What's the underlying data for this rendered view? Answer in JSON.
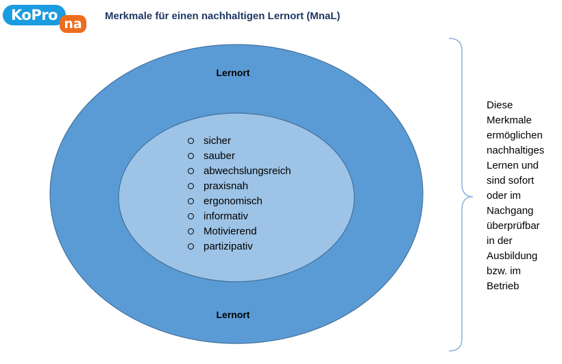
{
  "logo": {
    "part1": "KoPro",
    "part2": "na"
  },
  "title": "Merkmale für einen nachhaltigen Lernort (MnaL)",
  "diagram": {
    "outer_label_top": "Lernort",
    "outer_label_bottom": "Lernort",
    "features": [
      "sicher",
      "sauber",
      "abwechslungsreich",
      "praxisnah",
      "ergonomisch",
      "informativ",
      "Motivierend",
      "partizipativ"
    ]
  },
  "note_lines": [
    "Diese",
    "Merkmale",
    "ermöglichen",
    "nachhaltiges",
    "Lernen und",
    "sind sofort",
    "oder im",
    "Nachgang",
    "überprüfbar",
    "in der",
    "Ausbildung",
    "bzw. im",
    "Betrieb"
  ],
  "colors": {
    "outer_ellipse": "#5b9bd5",
    "inner_ellipse": "#9dc3e6",
    "ellipse_stroke": "#41719c",
    "brace": "#8fb4dc",
    "title": "#1f3864"
  }
}
